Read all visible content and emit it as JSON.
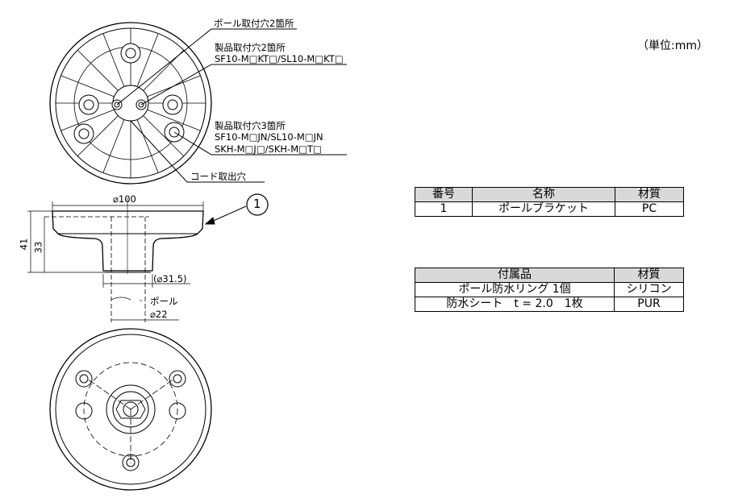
{
  "unit_label": "（単位:mm）",
  "top_view_labels": {
    "pole_holes": "ポール取付穴2箇所",
    "product_holes_2": "製品取付穴2箇所",
    "product_holes_2_models": "SF10-M□KT□/SL10-M□KT□",
    "product_holes_3": "製品取付穴3箇所",
    "product_holes_3_models_a": "SF10-M□JN/SL10-M□JN",
    "product_holes_3_models_b": "SKH-M□J□/SKH-M□T□",
    "cord_hole": "コード取出穴"
  },
  "side_view_labels": {
    "dia_100": "⌀100",
    "height_41": "41",
    "height_33": "33",
    "dia_31_5": "(⌀31.5)",
    "pole": "ポール",
    "dia_22": "⌀22",
    "part_number": "①"
  },
  "parts_table": {
    "headers": [
      "番号",
      "名称",
      "材質"
    ],
    "rows": [
      [
        "1",
        "ポールブラケット",
        "PC"
      ]
    ]
  },
  "accessories_table": {
    "headers": [
      "付属品",
      "材質"
    ],
    "rows": [
      [
        "ポール防水リング 1個",
        "シリコン"
      ],
      [
        "防水シート　t = 2.0　1枚",
        "PUR"
      ]
    ]
  },
  "colors": {
    "header_bg": "#d9d9d9",
    "line": "#000000"
  }
}
